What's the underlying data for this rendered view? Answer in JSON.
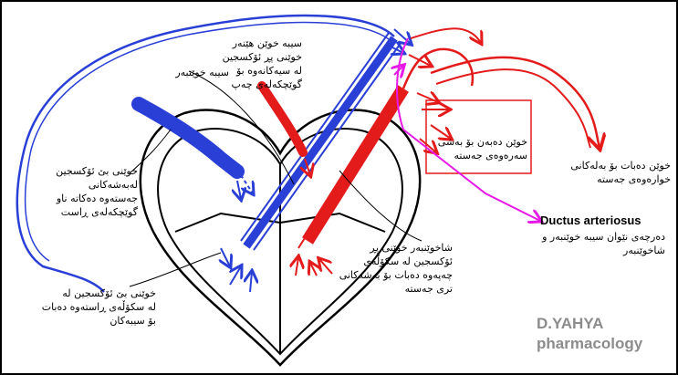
{
  "labels": {
    "pulmonary_vein": "سیبە خوێن هێنەر\nخوێنی پڕ ئۆکسجین\nلە سیەکانەوە بۆ\nگوێچکەلەی چەپ",
    "pulmonary_artery": "سیبە خوێنبەر",
    "deoxygenated_body": "خوێنی بێ ئۆکسجین\nلەبەشەکانی\nجەستەوە دەکاتە ناو\nگوێچکەلەی ڕاست",
    "to_upper_body": "خوێن دەبەن بۆ بەشی\nسەرەوەی جەستە",
    "to_lower_body": "خوێن دەبات بۆ بەلەکانی\nخوارەوەی جەستە",
    "ductus_title": "Ductus arteriosus",
    "ductus_desc": "دەرچەی نێوان سیبە خوێنبەر و\nشاخوێنبەر",
    "aorta": "شاخوێنبەر خوێنی پڕ\nئۆکسجین لە سکۆڵەی\nچەپەوە دەبات بۆ بەشەکانی\nتری جەستە",
    "right_ventricle": "خوێنی بێ ئۆکسجین لە\nلە سکۆڵەی ڕاستەوە دەبات\nبۆ سیبەکان"
  },
  "watermark": {
    "line1": "D.YAHYA",
    "line2": "pharmacology"
  },
  "colors": {
    "deoxygenated": "#2a3fd6",
    "oxygenated": "#e31b1b",
    "ductus": "#e619e6",
    "outline": "#000000",
    "watermark": "#8c8c8c"
  }
}
